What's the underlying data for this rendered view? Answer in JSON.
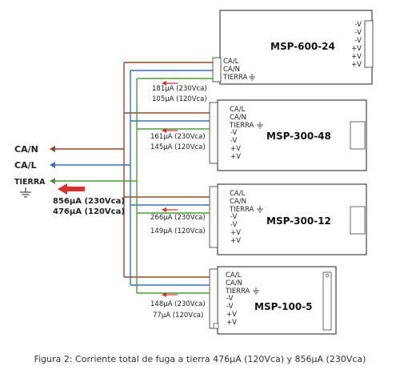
{
  "line_colors": {
    "ac_n": "#8a4a2c",
    "ac_l": "#3b6fb6",
    "ground": "#4e9a3a",
    "arrow": "#d9322e"
  },
  "main": {
    "ac_n": "CA/N",
    "ac_l": "CA/L",
    "ground": "TIERRA",
    "total_230": "856μA (230Vca)",
    "total_120": "476μA (120Vca)"
  },
  "supplies": [
    {
      "model": "MSP-600-24",
      "leak_230": "181μA (230Vca)",
      "leak_120": "105μA (120Vca)",
      "input_pins": [
        "CA/L",
        "CA/N",
        "TIERRA"
      ],
      "output_pins": [
        "-V",
        "-V",
        "-V",
        "+V",
        "+V",
        "+V"
      ]
    },
    {
      "model": "MSP-300-48",
      "leak_230": "161μA (230Vca)",
      "leak_120": "145μA (120Vca)",
      "input_pins": [
        "CA/L",
        "CA/N",
        "TIERRA"
      ],
      "output_pins": [
        "-V",
        "-V",
        "+V",
        "+V"
      ]
    },
    {
      "model": "MSP-300-12",
      "leak_230": "266μA (230Vca)",
      "leak_120": "149μA (120Vca)",
      "input_pins": [
        "CA/L",
        "CA/N",
        "TIERRA"
      ],
      "output_pins": [
        "-V",
        "-V",
        "+V",
        "+V"
      ]
    },
    {
      "model": "MSP-100-5",
      "leak_230": "148μA (230Vca)",
      "leak_120": "77μA (120Vca)",
      "input_pins": [
        "CA/L",
        "CA/N",
        "TIERRA"
      ],
      "output_pins": [
        "-V",
        "-V",
        "+V",
        "+V"
      ]
    }
  ],
  "caption": "Figura 2: Corriente total de fuga a tierra 476μA (120Vca) y 856μA (230Vca)"
}
